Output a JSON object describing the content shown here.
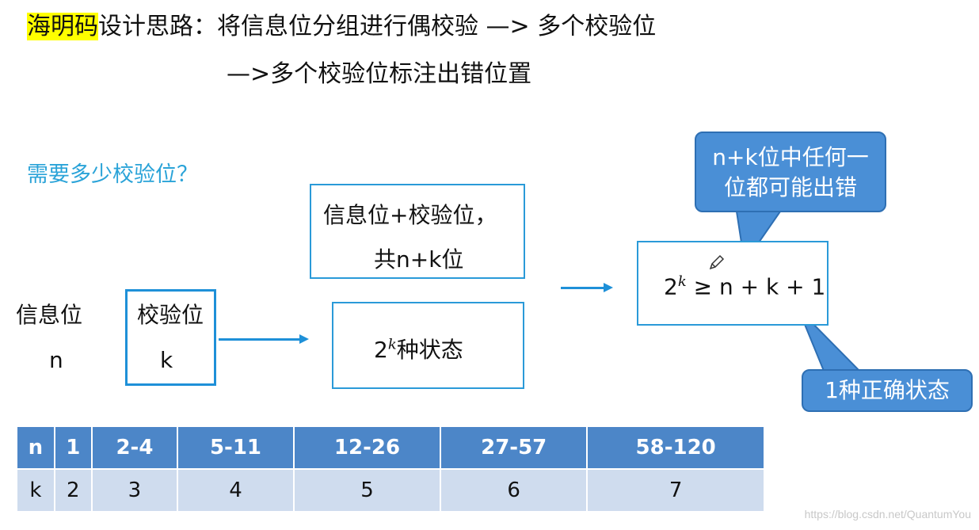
{
  "header": {
    "highlight": "海明码",
    "line1_rest": "设计思路：将信息位分组进行偶校验 —> 多个校验位",
    "line2": "—>多个校验位标注出错位置"
  },
  "question": "需要多少校验位？",
  "info_label": "信息位",
  "info_var": "n",
  "check_label": "校验位",
  "check_var": "k",
  "total_box": {
    "line1": "信息位+校验位，",
    "line2": "共n+k位"
  },
  "states_box": {
    "base": "2",
    "exp": "k",
    "suffix": "种状态"
  },
  "formula_box": {
    "base": "2",
    "exp": "k",
    "rest": " ≥ n + k + 1"
  },
  "callout_top": {
    "line1": "n+k位中任何一",
    "line2": "位都可能出错"
  },
  "callout_bottom": "1种正确状态",
  "table": {
    "header": [
      "n",
      "1",
      "2-4",
      "5-11",
      "12-26",
      "27-57",
      "58-120"
    ],
    "row": [
      "k",
      "2",
      "3",
      "4",
      "5",
      "6",
      "7"
    ]
  },
  "watermark": "https://blog.csdn.net/QuantumYou",
  "colors": {
    "accent": "#1e90d8",
    "callout": "#4a8fd6",
    "table_head": "#4c86c8",
    "table_body": "#cfdcee",
    "highlight": "#ffff00"
  }
}
